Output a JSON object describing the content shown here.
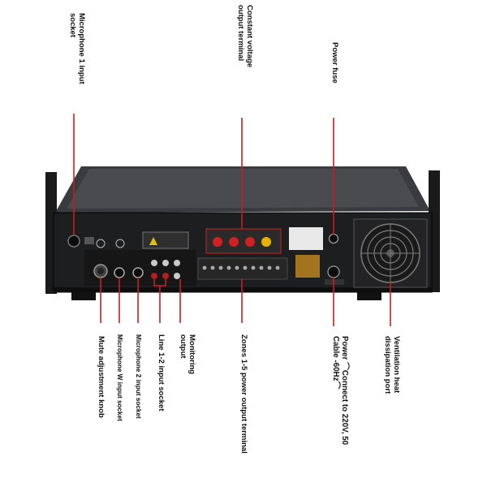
{
  "labels": {
    "mic1": [
      "Microphone 1 input",
      "socket"
    ],
    "cv_terminal": [
      "Constant voltage",
      "output terminal"
    ],
    "power_fuse": [
      "Power fuse"
    ],
    "mute_knob": [
      "Mute adjustment knob"
    ],
    "mic_w": [
      "Microphone W input socket"
    ],
    "mic2": [
      "Microphone 2 input socket"
    ],
    "line12": [
      "Line 1-2 input socket"
    ],
    "monitoring": [
      "Monitoring",
      "output"
    ],
    "zones": [
      "Zones 1-5 power output terminal"
    ],
    "power_cable": [
      "Power   ⌒Connect to 220V, 50",
      "Cable     -60Hz⌒"
    ],
    "ventilation": [
      "Ventilation heat",
      "dissipation port"
    ]
  },
  "colors": {
    "leader_line": "#c81e1e",
    "chassis": "#2b2b2d",
    "panel": "#1c1c1e",
    "terminal_red": "#d02020",
    "label_text": "#111111"
  }
}
